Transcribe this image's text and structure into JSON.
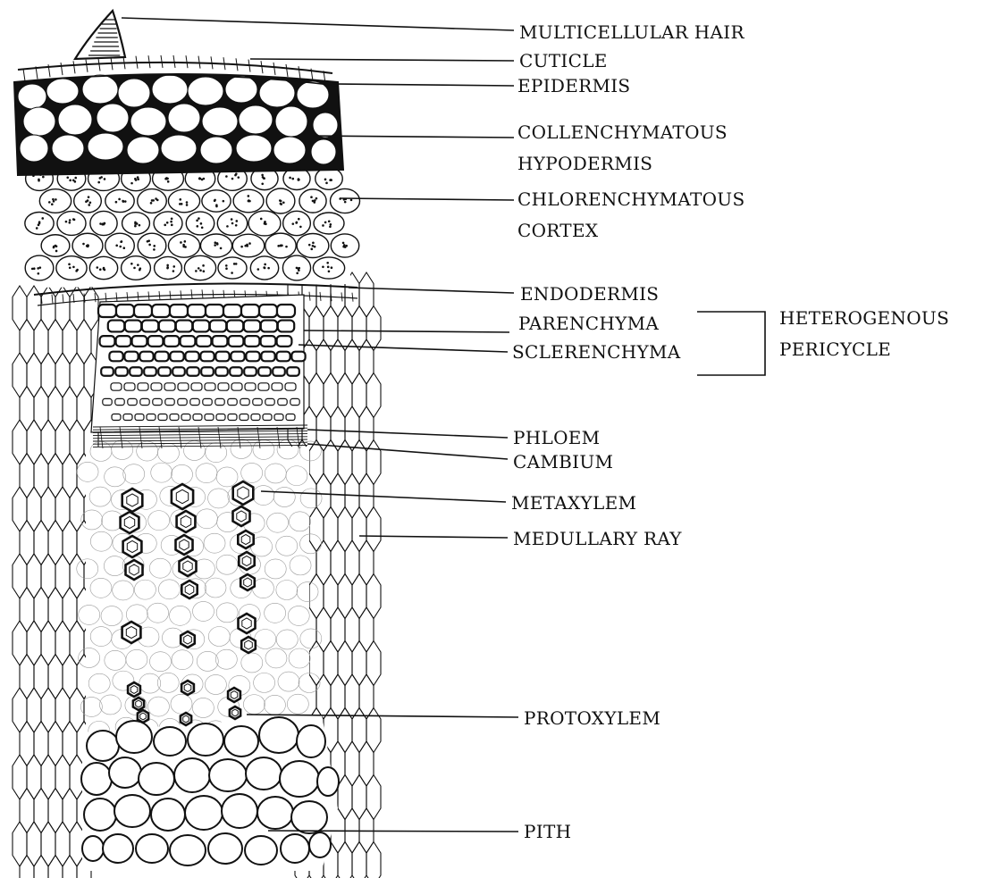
{
  "labels": {
    "multicellular_hair": "MULTICELLULAR HAIR",
    "cuticle": "CUTICLE",
    "epidermis": "EPIDERMIS",
    "collenchymatous": "COLLENCHYMATOUS",
    "hypodermis": "HYPODERMIS",
    "chlorenchymatous": "CHLORENCHYMATOUS",
    "cortex": "CORTEX",
    "endodermis": "ENDODERMIS",
    "parenchyma": "PARENCHYMA",
    "sclerenchyma": "SCLERENCHYMA",
    "heterogenous": "HETEROGENOUS",
    "pericycle": "PERICYCLE",
    "phloem": "PHLOEM",
    "cambium": "CAMBIUM",
    "metaxylem": "METAXYLEM",
    "medullary_ray": "MEDULLARY RAY",
    "protoxylem": "PROTOXYLEM",
    "pith": "PITH"
  },
  "colors": {
    "ink": "#111111",
    "paper": "#ffffff"
  }
}
